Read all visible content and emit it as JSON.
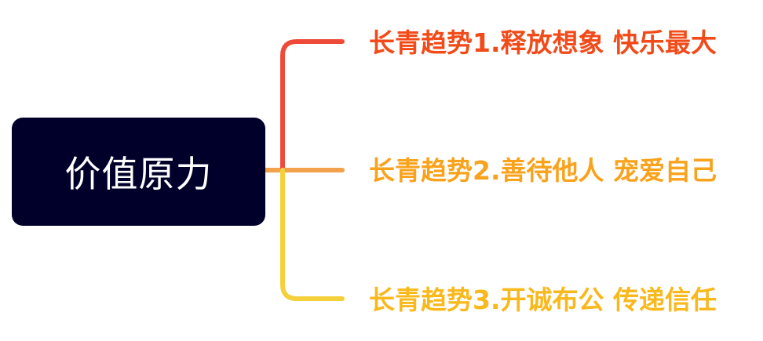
{
  "diagram": {
    "root": {
      "label": "价值原力",
      "fill": "#00002b",
      "text_color": "#ffffff"
    },
    "branches": [
      {
        "label": "长青趋势1.释放想象 快乐最大",
        "color": "#f24b1a",
        "line_color": "#ee4a3a"
      },
      {
        "label": "长青趋势2.善待他人 宠爱自己",
        "color": "#f9a21c",
        "line_color": "#f2a24c"
      },
      {
        "label": "长青趋势3.开诚布公 传递信任",
        "color": "#f9b81c",
        "line_color": "#f4d03a"
      }
    ]
  }
}
